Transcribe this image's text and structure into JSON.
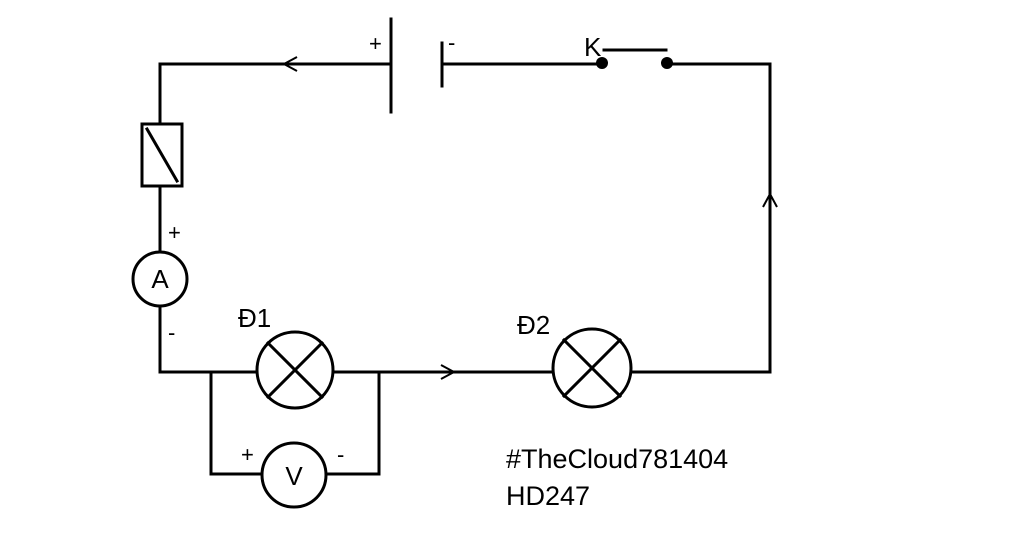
{
  "diagram": {
    "battery": {
      "plus": "+",
      "minus": "-"
    },
    "switch": {
      "label": "K"
    },
    "ammeter": {
      "symbol": "A",
      "plus": "+",
      "minus": "-"
    },
    "voltmeter": {
      "symbol": "V",
      "plus": "+",
      "minus": "-"
    },
    "lamp1": {
      "label": "Đ1"
    },
    "lamp2": {
      "label": "Đ2"
    },
    "resistor": {
      "type": "rheostat"
    },
    "footer": {
      "line1": "#TheCloud781404",
      "line2": "HD247"
    },
    "colors": {
      "ink": "#000000",
      "background": "#ffffff"
    }
  }
}
